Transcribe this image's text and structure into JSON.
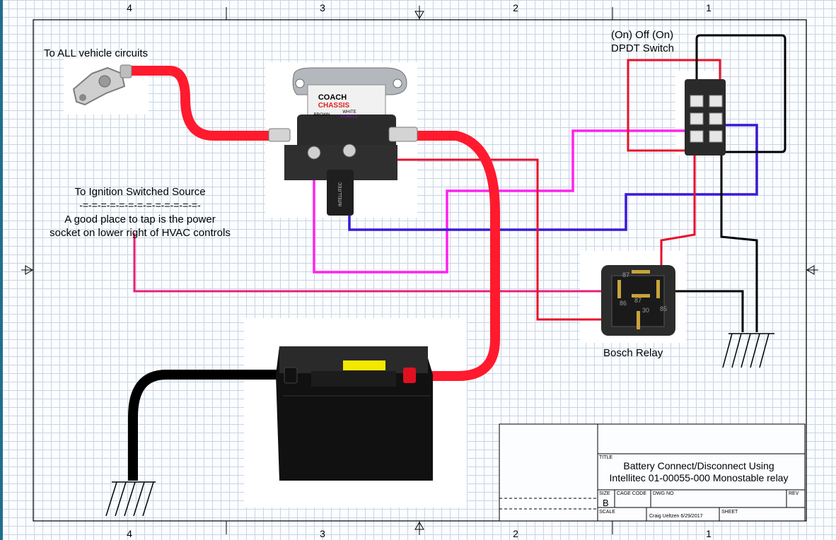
{
  "zone_labels_top": [
    "4",
    "3",
    "2",
    "1"
  ],
  "zone_labels_bottom": [
    "4",
    "3",
    "2",
    "1"
  ],
  "labels": {
    "vehicle_circuits": "To ALL vehicle circuits",
    "switch_line1": "(On) Off (On)",
    "switch_line2": "DPDT Switch",
    "ignition_title": "To Ignition Switched Source",
    "ignition_dashes": "-=-=-=-=-=-=-=-=-=-=-=-=-=-",
    "ignition_note1": "A good place to tap is the power",
    "ignition_note2": "socket on lower right of HVAC controls",
    "bosch_relay": "Bosch Relay"
  },
  "solenoid": {
    "brand": "COACH",
    "model": "CHASSIS",
    "left_term": "BROWN",
    "right_term": "WHITE",
    "right_term2": "PURPLE",
    "side_text": "INTELLITEC"
  },
  "relay_pins": [
    "87",
    "87",
    "86",
    "85",
    "30"
  ],
  "title_block": {
    "title_label": "TITLE",
    "title_line1": "Battery Connect/Disconnect Using",
    "title_line2": "Intellitec 01-00055-000 Monostable relay",
    "size_label": "SIZE",
    "size_value": "B",
    "cage_label": "CAGE CODE",
    "dwg_label": "DWG NO",
    "rev_label": "REV",
    "scale_label": "SCALE",
    "author": "Craig Ueltzen 6/29/2017",
    "sheet_label": "SHEET"
  },
  "colors": {
    "red_cable": "#ff1a2e",
    "black_cable": "#000000",
    "magenta": "#ff22ee",
    "pink": "#e8207a",
    "blue": "#3a1ad6",
    "red_wire": "#e8102a"
  }
}
